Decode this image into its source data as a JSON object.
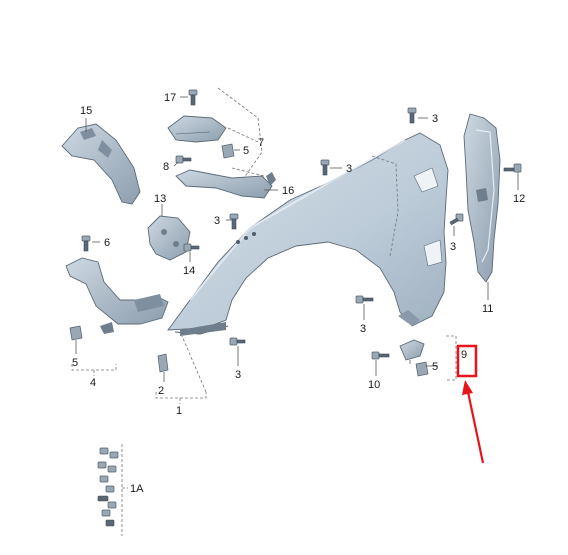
{
  "callouts": {
    "c1": "1",
    "c1a": "1A",
    "c2": "2",
    "c3a": "3",
    "c3b": "3",
    "c3c": "3",
    "c3d": "3",
    "c3e": "3",
    "c3f": "3",
    "c4": "4",
    "c5a": "5",
    "c5b": "5",
    "c5c": "5",
    "c6": "6",
    "c7": "7",
    "c8": "8",
    "c9": "9",
    "c10": "10",
    "c11": "11",
    "c12": "12",
    "c13": "13",
    "c14": "14",
    "c15": "15",
    "c16": "16",
    "c17": "17"
  },
  "colors": {
    "fender_fill": "#c6d3df",
    "part_fill": "#b7c5d2",
    "highlight_box": "#e8141b",
    "arrow": "#e8141b"
  }
}
